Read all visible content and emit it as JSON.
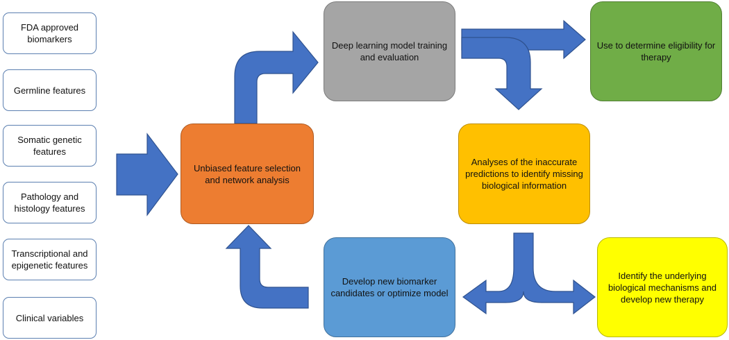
{
  "features": [
    "FDA approved biomarkers",
    "Germline features",
    "Somatic genetic features",
    "Pathology and histology features",
    "Transcriptional and epigenetic features",
    "Clinical variables"
  ],
  "nodes": {
    "feature_selection": "Unbiased feature selection and network analysis",
    "deep_learning": "Deep learning model training and evaluation",
    "eligibility": "Use to determine eligibility for therapy",
    "analyses": "Analyses of the inaccurate predictions to identify missing biological information",
    "develop_biomarker": "Develop new biomarker candidates or optimize model",
    "mechanisms": "Identify the underlying biological mechanisms and develop new therapy"
  },
  "colors": {
    "feature_selection": "#ed7d31",
    "deep_learning": "#a5a5a5",
    "eligibility": "#70ad47",
    "analyses": "#ffc000",
    "develop_biomarker": "#5b9bd5",
    "mechanisms": "#ffff00",
    "arrow": "#4472c4"
  }
}
